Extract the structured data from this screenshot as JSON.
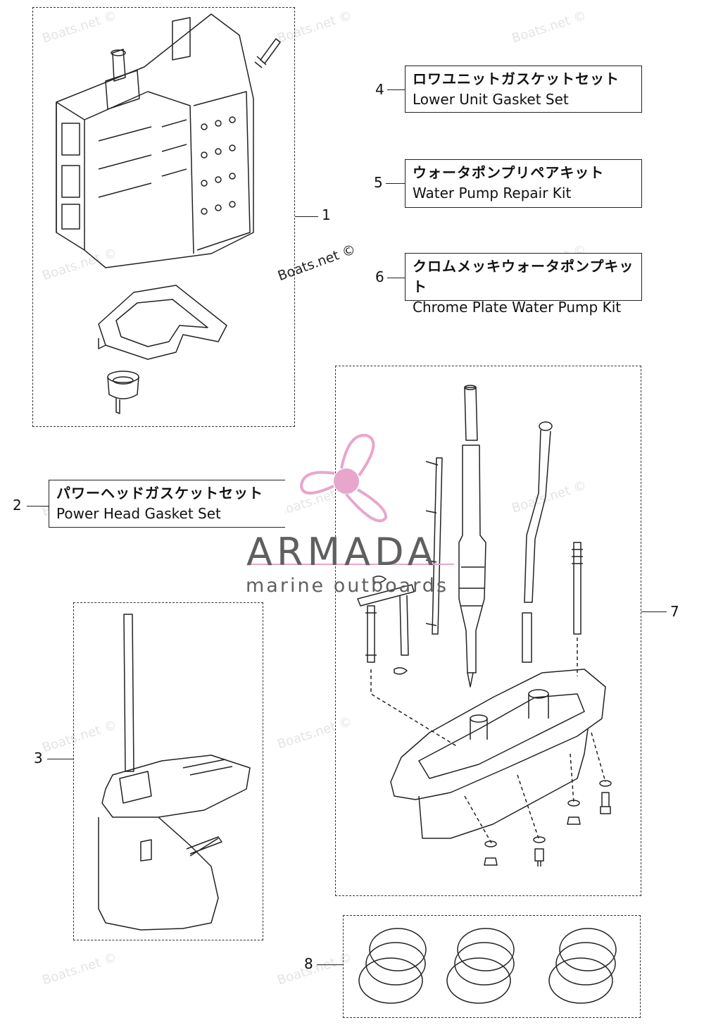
{
  "callouts": [
    {
      "n": "1"
    },
    {
      "n": "2",
      "jp": "パワーヘッドガスケットセット",
      "en": "Power Head Gasket Set"
    },
    {
      "n": "3"
    },
    {
      "n": "4",
      "jp": "ロワユニットガスケットセット",
      "en": "Lower Unit Gasket Set"
    },
    {
      "n": "5",
      "jp": "ウォータポンプリペアキット",
      "en": "Water Pump Repair Kit"
    },
    {
      "n": "6",
      "jp": "クロムメッキウォータポンプキット",
      "en": "Chrome Plate Water Pump Kit"
    },
    {
      "n": "7"
    },
    {
      "n": "8"
    }
  ],
  "watermark": "Boats.net ©",
  "brand": {
    "name": "ARMADA",
    "tagline": "marine outboards",
    "accent": "#e8a6cc",
    "text_color": "#5f5f5f"
  },
  "colors": {
    "line": "#222222",
    "watermark": "#e4e4e4"
  }
}
